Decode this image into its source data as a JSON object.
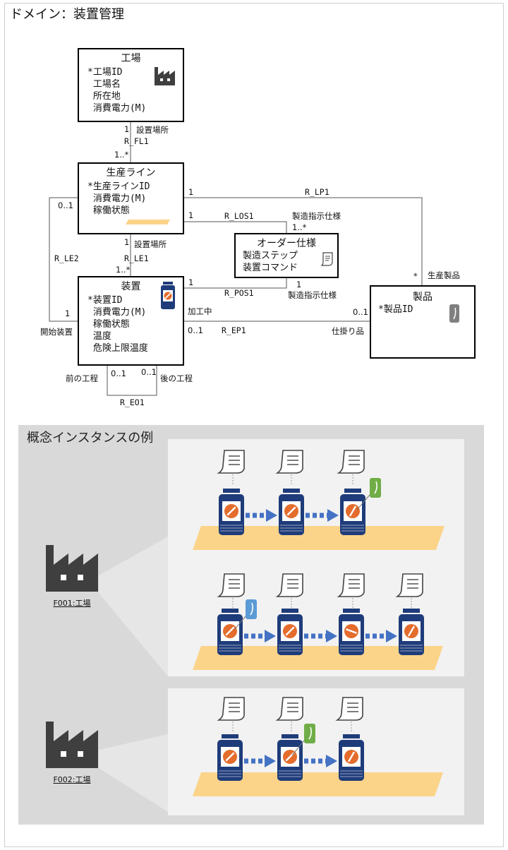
{
  "domain_title": "ドメイン：装置管理",
  "entities": {
    "factory": {
      "name": "工場",
      "attrs": "*工場ID\n 工場名\n 所在地\n 消費電力(M)",
      "icon": "factory-icon"
    },
    "line": {
      "name": "生産ライン",
      "attrs": "*生産ラインID\n 消費電力(M)\n 稼働状態",
      "icon": "conveyor-icon"
    },
    "device": {
      "name": "装置",
      "attrs": "*装置ID\n 消費電力(M)\n 稼働状態\n 温度\n 危険上限温度",
      "icon": "device-icon"
    },
    "order": {
      "name": "オーダー仕様",
      "attrs": "製造ステップ\n装置コマンド",
      "icon": "document-icon"
    },
    "product": {
      "name": "製品",
      "attrs": "*製品ID",
      "icon": "can-icon"
    }
  },
  "relations": {
    "r_fl1": {
      "name": "R_FL1",
      "one": "1",
      "many": "1..*",
      "role": "設置場所"
    },
    "r_lp1": {
      "name": "R_LP1",
      "one": "1",
      "many": "*",
      "role": "生産製品"
    },
    "r_los1": {
      "name": "R_LOS1",
      "one": "1",
      "many": "1..*",
      "role": "製造指示仕様"
    },
    "r_le1": {
      "name": "R_LE1",
      "one": "1",
      "many": "1..*",
      "role": "設置場所"
    },
    "r_le2": {
      "name": "R_LE2",
      "one": "0..1",
      "many": "1",
      "role": "開始装置"
    },
    "r_pos1": {
      "name": "R_POS1",
      "one": "1",
      "many": "1",
      "role": "製造指示仕様"
    },
    "r_ep1": {
      "name": "R_EP1",
      "left_role": "加工中",
      "left_mult": "0..1",
      "right_mult": "0..1",
      "right_role": "仕掛り品"
    },
    "r_eo1": {
      "name": "R_EO1",
      "left_role": "前の工程",
      "left_mult": "0..1",
      "right_mult": "0..1",
      "right_role": "後の工程"
    }
  },
  "instances": {
    "title": "概念インスタンスの例",
    "f001": "F001:工場",
    "f002": "F002:工場"
  },
  "colors": {
    "conveyor": "#fbd48a",
    "device_blue": "#1f3c7a",
    "arrow_blue": "#4472c4",
    "can_green": "#70ad47",
    "can_blue": "#5b9bd5",
    "can_gray": "#7f7f7f",
    "factory_gray": "#3f3f3f",
    "device_orange": "#e46c2c"
  }
}
